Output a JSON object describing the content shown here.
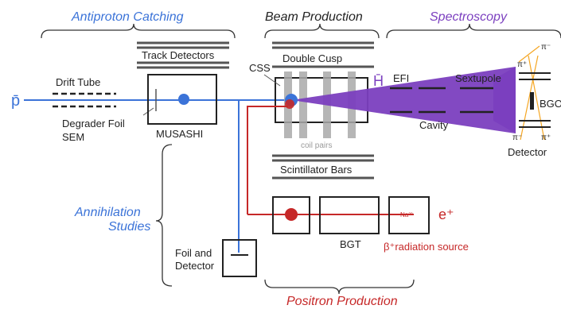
{
  "sections": {
    "antiproton_catching": "Antiproton Catching",
    "beam_production": "Beam Production",
    "spectroscopy": "Spectroscopy",
    "annihilation_studies_line1": "Annihilation",
    "annihilation_studies_line2": "Studies",
    "positron_production": "Positron Production"
  },
  "labels": {
    "pbar": "p̄",
    "hbar": "H̄",
    "drift_tube": "Drift Tube",
    "degrader_foil": "Degrader Foil",
    "sem": "SEM",
    "track_detectors": "Track Detectors",
    "musashi": "MUSASHI",
    "css": "CSS",
    "double_cusp": "Double Cusp",
    "coil_pairs": "coil pairs",
    "scintillator_bars": "Scintillator Bars",
    "efi": "EFI",
    "sextupole": "Sextupole",
    "cavity": "Cavity",
    "bgo": "BGO",
    "detector": "Detector",
    "pi_minus_top": "π⁻",
    "pi_minus_bottom": "π⁻",
    "pi_plus_top": "π⁺",
    "pi_plus_bottom": "π⁺",
    "foil_line1": "Foil and",
    "foil_line2": "Detector",
    "bgt": "BGT",
    "na22": "Na²²",
    "positron": "e⁺",
    "beta_source": "β⁺radiation source"
  },
  "colors": {
    "antiproton_blue": "#3b73d8",
    "spectroscopy_purple": "#7b3fbf",
    "positron_red": "#c62828",
    "coil_gray": "#a9a9a9",
    "pion_orange": "#f5a623"
  }
}
